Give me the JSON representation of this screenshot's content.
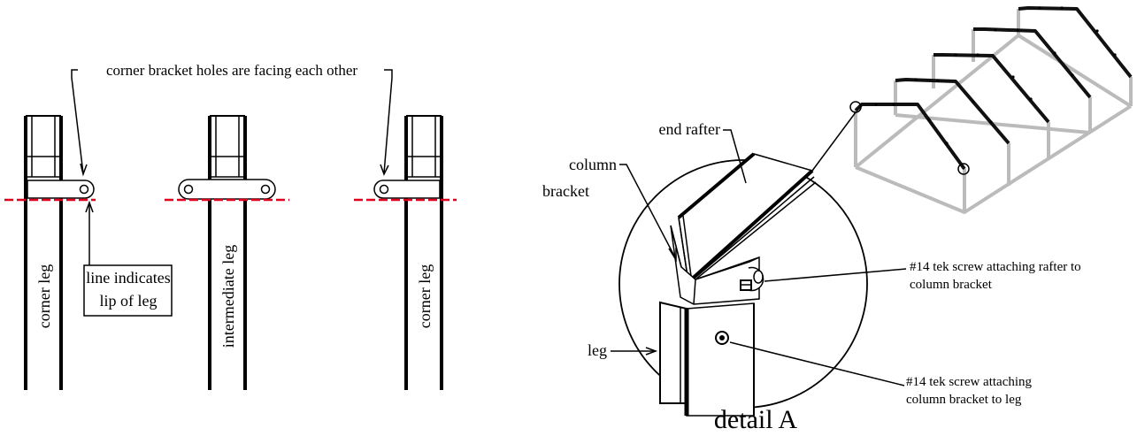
{
  "left_panel": {
    "callout_top": "corner bracket holes are facing each other",
    "callout_line_1": "line indicates",
    "callout_line_2": "lip of leg",
    "legs": [
      {
        "label": "corner leg"
      },
      {
        "label": "intermediate leg"
      },
      {
        "label": "corner leg"
      }
    ]
  },
  "right_panel": {
    "end_rafter": "end rafter",
    "column_bracket_1": "column",
    "column_bracket_2": "bracket",
    "leg": "leg",
    "screw_rafter_1": "#14 tek screw attaching rafter to",
    "screw_rafter_2": "column bracket",
    "screw_leg_1": "#14 tek screw attaching",
    "screw_leg_2": "column bracket to leg",
    "detail_title": "detail A"
  },
  "colors": {
    "line": "#000000",
    "lip_line": "#e0001b",
    "frame_gray": "#bbbbbb"
  }
}
